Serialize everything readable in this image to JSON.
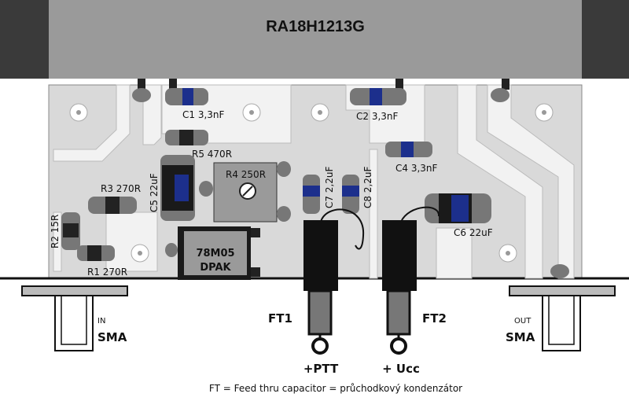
{
  "module": {
    "name": "RA18H1213G"
  },
  "components": {
    "c1": "C1 3,3nF",
    "c2": "C2 3,3nF",
    "c4": "C4 3,3nF",
    "r5": "R5 470R",
    "r4": "R4 250R",
    "c5": "C5 22uF",
    "c7": "C7 2,2uF",
    "c8": "C8 2,2uF",
    "r3": "R3 270R",
    "r2": "R2 15R",
    "r1": "R1 270R",
    "c6": "C6 22uF",
    "regulator_line1": "78M05",
    "regulator_line2": "DPAK"
  },
  "connectors": {
    "in_label": "IN",
    "in_type": "SMA",
    "out_label": "OUT",
    "out_type": "SMA",
    "ft1": "FT1",
    "ft2": "FT2",
    "ptt": "+PTT",
    "ucc": "+ Ucc"
  },
  "footnote": "FT = Feed thru capacitor = průchodkový kondenzátor",
  "colors": {
    "board": "#d9d9d9",
    "trace": "#f2f2f2",
    "module": "#9a9a9a",
    "cap_blue": "#1c2f8c"
  }
}
